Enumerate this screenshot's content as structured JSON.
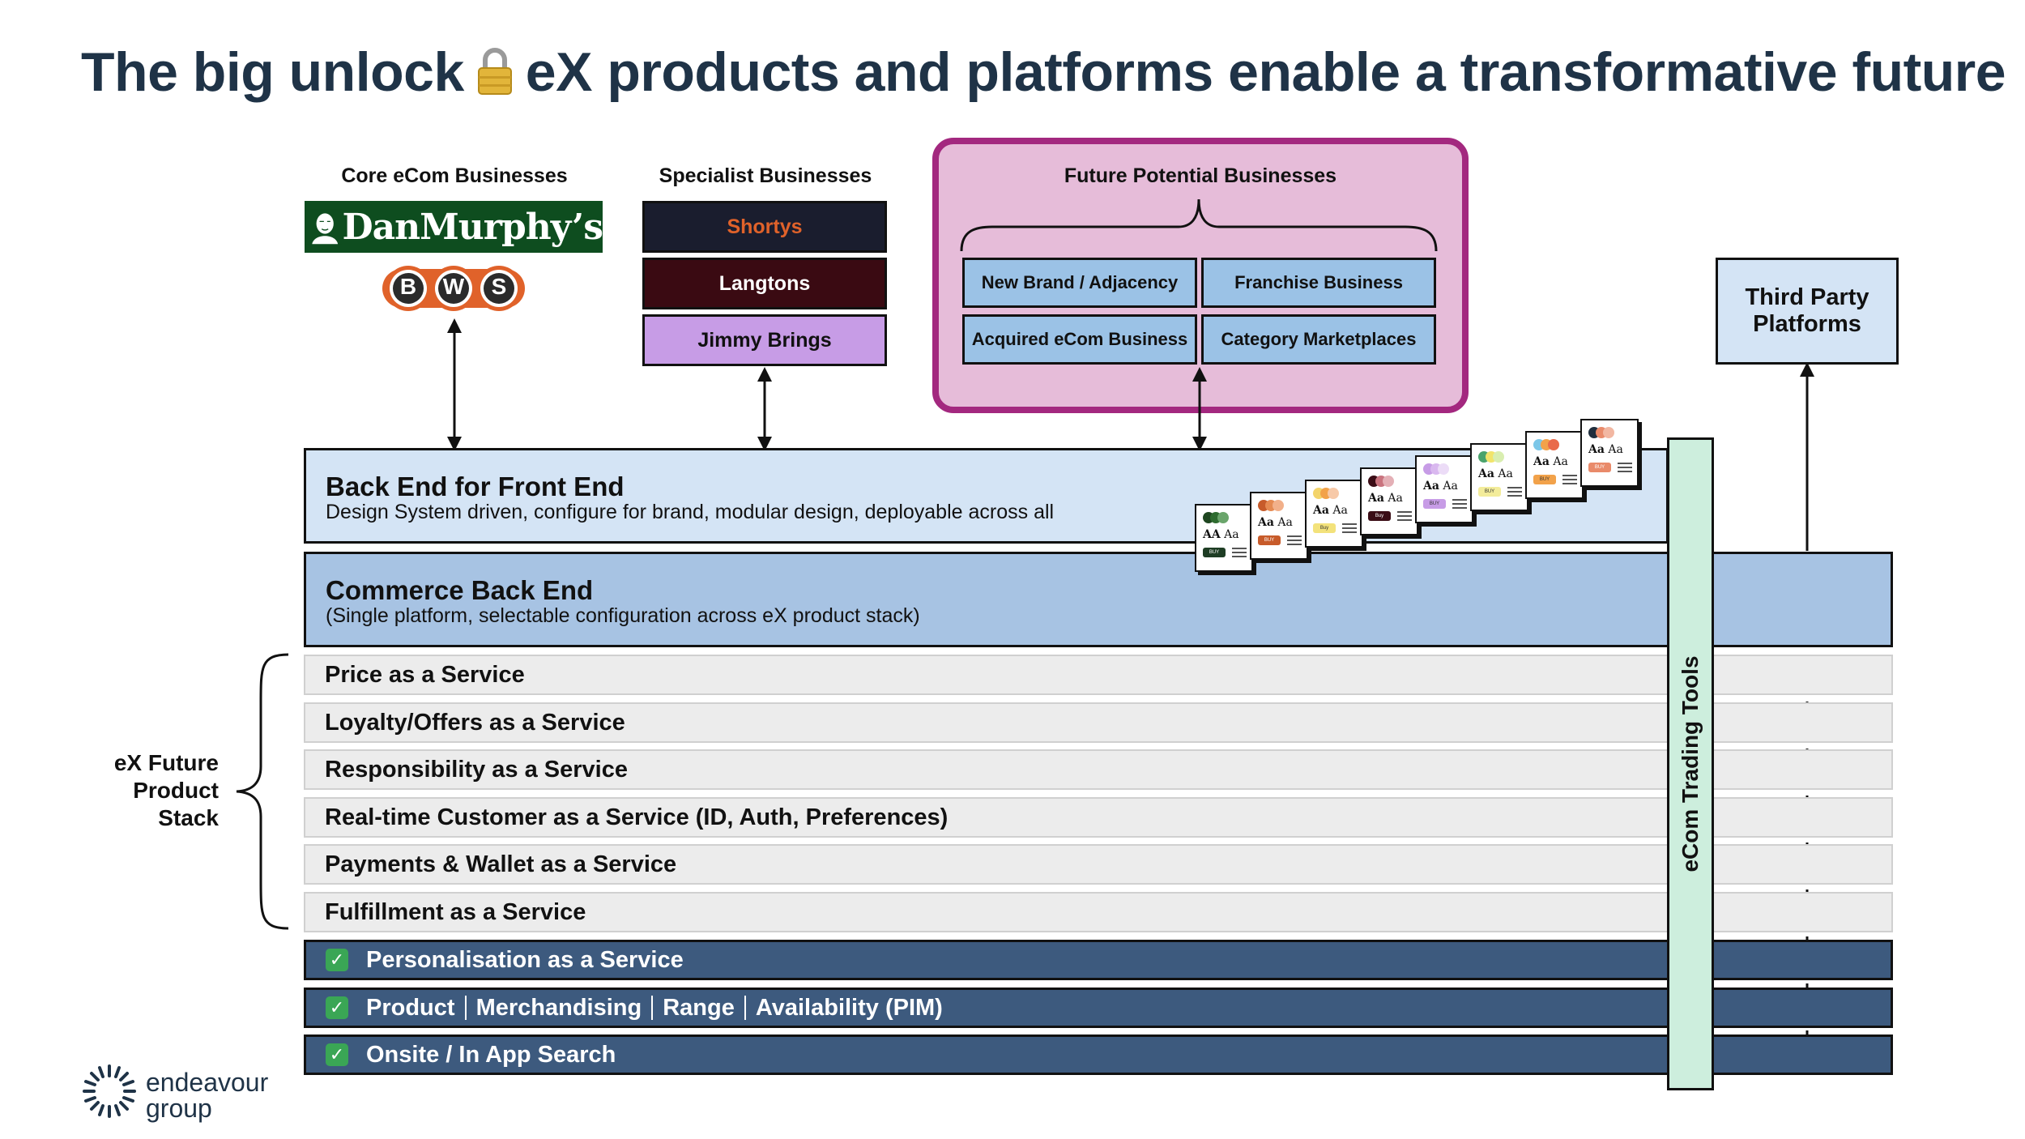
{
  "title": {
    "before": "The big unlock",
    "icon": "lock-icon",
    "after": "eX products and platforms enable a transformative future"
  },
  "core": {
    "heading": "Core eCom Businesses",
    "dan_murphys": "DanMurphy’s",
    "bws_letters": [
      "B",
      "W",
      "S"
    ]
  },
  "specialist": {
    "heading": "Specialist Businesses",
    "brands": [
      {
        "label": "Shortys",
        "bg": "#1a1d2e",
        "fg": "#e0622a"
      },
      {
        "label": "Langtons",
        "bg": "#3a0a12",
        "fg": "#ffffff"
      },
      {
        "label": "Jimmy Brings",
        "bg": "#c79ce6",
        "fg": "#111111"
      }
    ]
  },
  "future": {
    "heading": "Future Potential Businesses",
    "boxes": [
      "New Brand / Adjacency",
      "Franchise Business",
      "Acquired eCom Business",
      "Category Marketplaces"
    ]
  },
  "third_party": "Third Party Platforms",
  "bffe": {
    "title": "Back End for Front End",
    "subtitle": "Design System driven, configure for brand, modular design, deployable across all"
  },
  "commerce": {
    "title": "Commerce Back End",
    "subtitle": "(Single platform, selectable configuration across eX product stack)"
  },
  "stack_label": "eX Future Product Stack",
  "services": [
    "Price as a Service",
    "Loyalty/Offers as a Service",
    "Responsibility as a Service",
    "Real-time Customer as a Service (ID, Auth, Preferences)",
    "Payments & Wallet as a Service",
    "Fulfillment as a Service"
  ],
  "completed": {
    "personalisation": "Personalisation as a Service",
    "pim_parts": [
      "Product",
      "Merchandising",
      "Range",
      "Availability (PIM)"
    ],
    "search": "Onsite / In App Search"
  },
  "trading_tools": "eCom Trading Tools",
  "cards": [
    {
      "dots": [
        "#1e4620",
        "#2e6b2f",
        "#6aa56b"
      ],
      "aa": "AA Aa",
      "buy": "BUY",
      "btn": "#1e3d24",
      "btn_fg": "#ffffff"
    },
    {
      "dots": [
        "#c75b2a",
        "#e58a52",
        "#f2b08a"
      ],
      "aa": "Aa Aa",
      "buy": "BUY",
      "btn": "#c75b2a",
      "btn_fg": "#ffffff"
    },
    {
      "dots": [
        "#f3d46b",
        "#f2a24a",
        "#f7c9a8"
      ],
      "aa": "Aa Aa",
      "buy": "Buy",
      "btn": "#f3e27b",
      "btn_fg": "#333333"
    },
    {
      "dots": [
        "#3b0d16",
        "#c9737e",
        "#e4b0b6"
      ],
      "aa": "Aa Aa",
      "buy": "Buy",
      "btn": "#3b0d16",
      "btn_fg": "#ffffff"
    },
    {
      "dots": [
        "#c79ce6",
        "#d9b8ef",
        "#ecdcf7"
      ],
      "aa": "Aa Aa",
      "buy": "BUY",
      "btn": "#c79ce6",
      "btn_fg": "#333333"
    },
    {
      "dots": [
        "#4aa36c",
        "#f2e46b",
        "#d9eeb0"
      ],
      "aa": "Aa Aa",
      "buy": "BUY",
      "btn": "#f3ec9a",
      "btn_fg": "#333333"
    },
    {
      "dots": [
        "#7cc7e8",
        "#f2a24a",
        "#e96a4a"
      ],
      "aa": "Aa Aa",
      "buy": "BUY",
      "btn": "#f2a24a",
      "btn_fg": "#333333"
    },
    {
      "dots": [
        "#1f2e3d",
        "#e98a6a",
        "#f2b7a2"
      ],
      "aa": "Aa Aa",
      "buy": "BUY",
      "btn": "#e98a6a",
      "btn_fg": "#ffffff"
    }
  ],
  "logo": {
    "line1": "endeavour",
    "line2": "group"
  },
  "colors": {
    "title": "#1f3347",
    "future_border": "#a3287f",
    "future_fill": "#e6bcd9",
    "done_bar": "#3d5a7e",
    "bffe": "#d4e4f5",
    "commerce": "#a7c3e3",
    "service": "#ececec",
    "trading": "#cdeedd"
  }
}
